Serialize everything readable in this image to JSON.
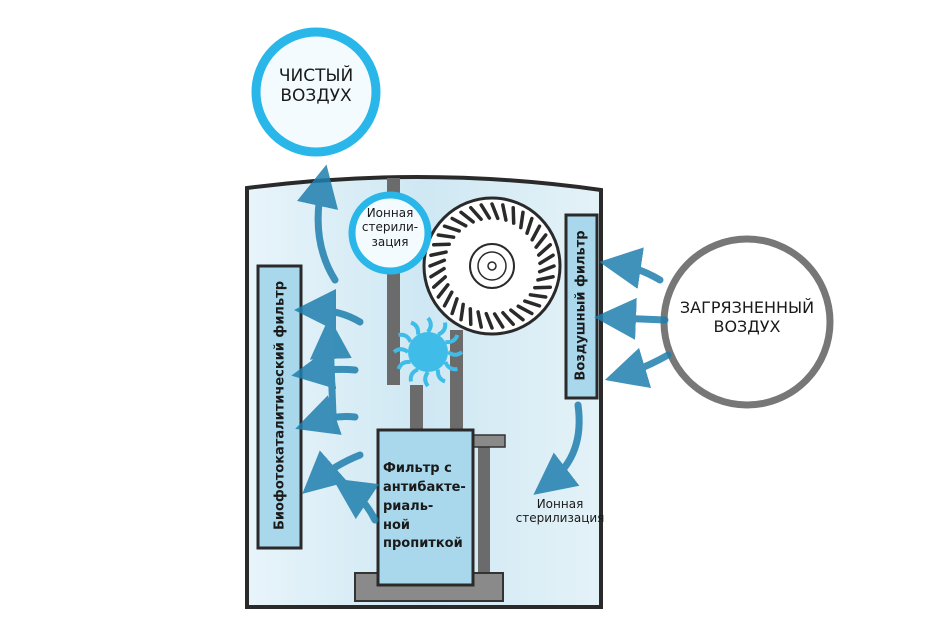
{
  "labels": {
    "clean_air": "ЧИСТЫЙ\nВОЗДУХ",
    "dirty_air": "ЗАГРЯЗНЕННЫЙ\nВОЗДУХ",
    "ion_sterilization_top": "Ионная\nстерили-\nзация",
    "ion_sterilization_bottom": "Ионная\nстерилизация",
    "biophoto_filter": "Биофотокаталитический фильтр",
    "air_filter": "Воздушный фильтр",
    "antibacterial_filter": "Фильтр с\nантибакте-\nриаль-\nной\nпропиткой"
  },
  "colors": {
    "accent_cyan": "#29b6e8",
    "arrow_blue": "#1f7fae",
    "panel_blue": "#a9d8ec",
    "body_fill": "#dbeef6",
    "outline": "#2a2a2a",
    "gray_bar": "#6b6b6b",
    "dirty_circle": "#777777"
  }
}
